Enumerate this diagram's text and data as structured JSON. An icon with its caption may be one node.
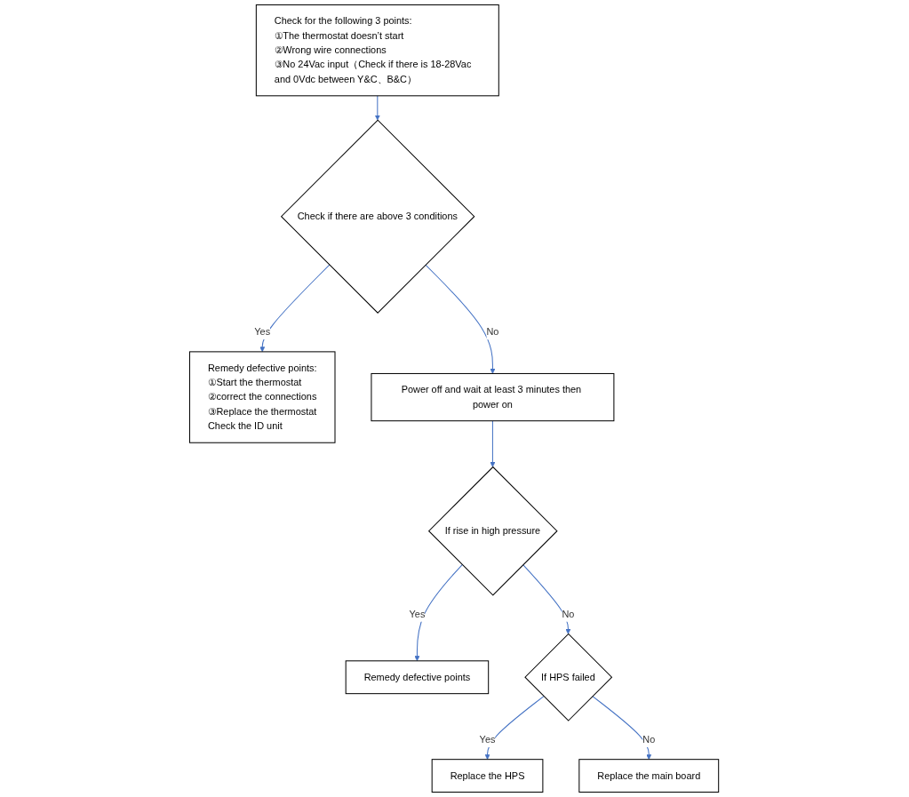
{
  "diagram": {
    "nodes": [
      {
        "text": [
          "Check for the following 3 points:",
          "①The thermostat doesn’t start",
          "②Wrong wire connections",
          "③No 24Vac input（Check if there is 18-28Vac and 0Vdc between Y&C、B&C）"
        ]
      },
      {
        "text": [
          "Check if there are above 3 conditions"
        ]
      },
      {
        "text": [
          "Remedy defective points:",
          "①Start the thermostat",
          "②correct the connections",
          "③Replace the thermostat",
          "Check the ID unit"
        ]
      },
      {
        "text": [
          "Power off and wait at least 3 minutes then power on"
        ]
      },
      {
        "text": [
          "If rise in high pressure"
        ]
      },
      {
        "text": [
          "Remedy defective points"
        ]
      },
      {
        "text": [
          "If HPS failed"
        ]
      },
      {
        "text": [
          "Replace the HPS"
        ]
      },
      {
        "text": [
          "Replace the main board"
        ]
      }
    ],
    "edges": [
      {
        "from": 0,
        "to": 1,
        "arrow": "to"
      },
      {
        "from": 1,
        "to": 2,
        "label": "Yes",
        "arrow": "to"
      },
      {
        "from": 1,
        "to": 3,
        "label": "No",
        "arrow": "to"
      },
      {
        "from": 3,
        "to": 4,
        "arrow": "to"
      },
      {
        "from": 4,
        "to": 5,
        "label": "Yes",
        "arrow": "to"
      },
      {
        "from": 4,
        "to": 6,
        "label": "No",
        "arrow": "to"
      },
      {
        "from": 6,
        "to": 7,
        "label": "Yes",
        "arrow": "to"
      },
      {
        "from": 6,
        "to": 8,
        "label": "No",
        "arrow": "to"
      }
    ]
  }
}
